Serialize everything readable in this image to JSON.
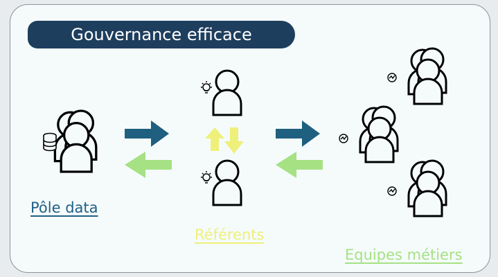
{
  "title": "Gouvernance efficace",
  "labels": {
    "pole": "Pôle data",
    "referents": "Référents",
    "equipes": "Equipes métiers"
  },
  "colors": {
    "title_bg": "#1e3e5e",
    "title_text": "#ffffff",
    "pole": "#1f5f87",
    "referents": "#eef07a",
    "equipes": "#a6e184",
    "arrow_dark": "#1f5f7f",
    "arrow_green": "#a6e184",
    "arrow_yellow": "#eef07a"
  },
  "icons": {
    "database": "database-icon",
    "lightbulb": "lightbulb-icon",
    "chart": "chart-icon",
    "person": "person-icon",
    "group": "people-group-icon"
  }
}
